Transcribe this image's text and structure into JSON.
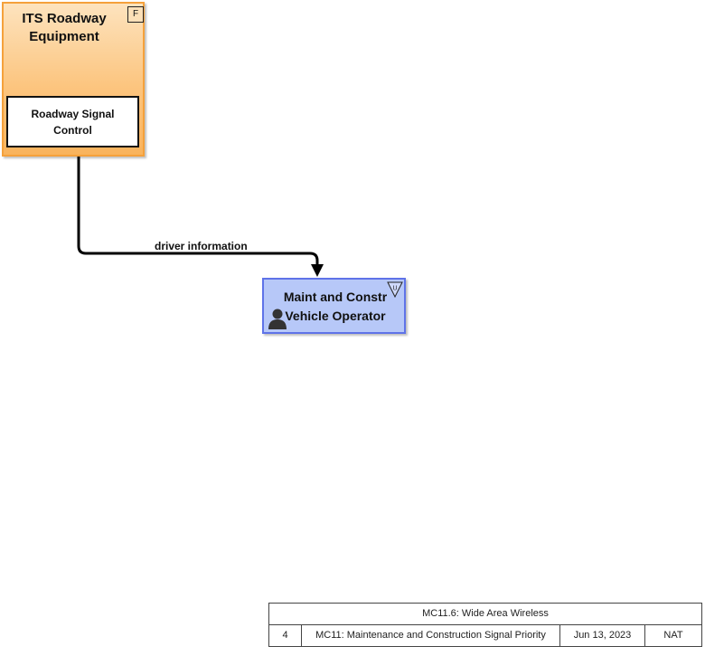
{
  "nodes": {
    "roadway_equipment": {
      "title": "ITS Roadway Equipment",
      "badge": "F",
      "color": "#fcc57f",
      "subsystem": {
        "title": "Roadway Signal Control"
      }
    },
    "vehicle_operator": {
      "title": "Maint and Constr Vehicle Operator",
      "color": "#b7c8f8",
      "badge": "U",
      "icon": "person-icon"
    }
  },
  "flows": [
    {
      "label": "driver information",
      "from": "Roadway Signal Control",
      "to": "Maint and Constr Vehicle Operator"
    }
  ],
  "footer": {
    "title": "MC11.6: Wide Area Wireless",
    "number": "4",
    "description": "MC11: Maintenance and Construction Signal Priority",
    "date": "Jun 13, 2023",
    "scope": "NAT"
  }
}
